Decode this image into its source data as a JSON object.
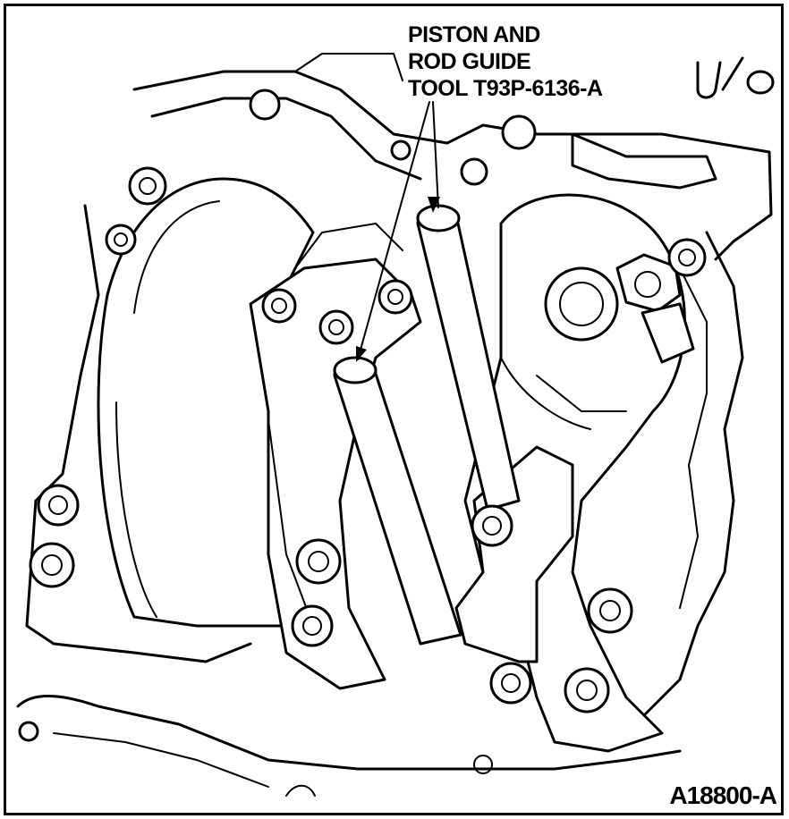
{
  "callout": {
    "line1": "PISTON AND",
    "line2": "ROD GUIDE",
    "line3": "TOOL T93P-6136-A"
  },
  "figure_id": "A18800-A"
}
